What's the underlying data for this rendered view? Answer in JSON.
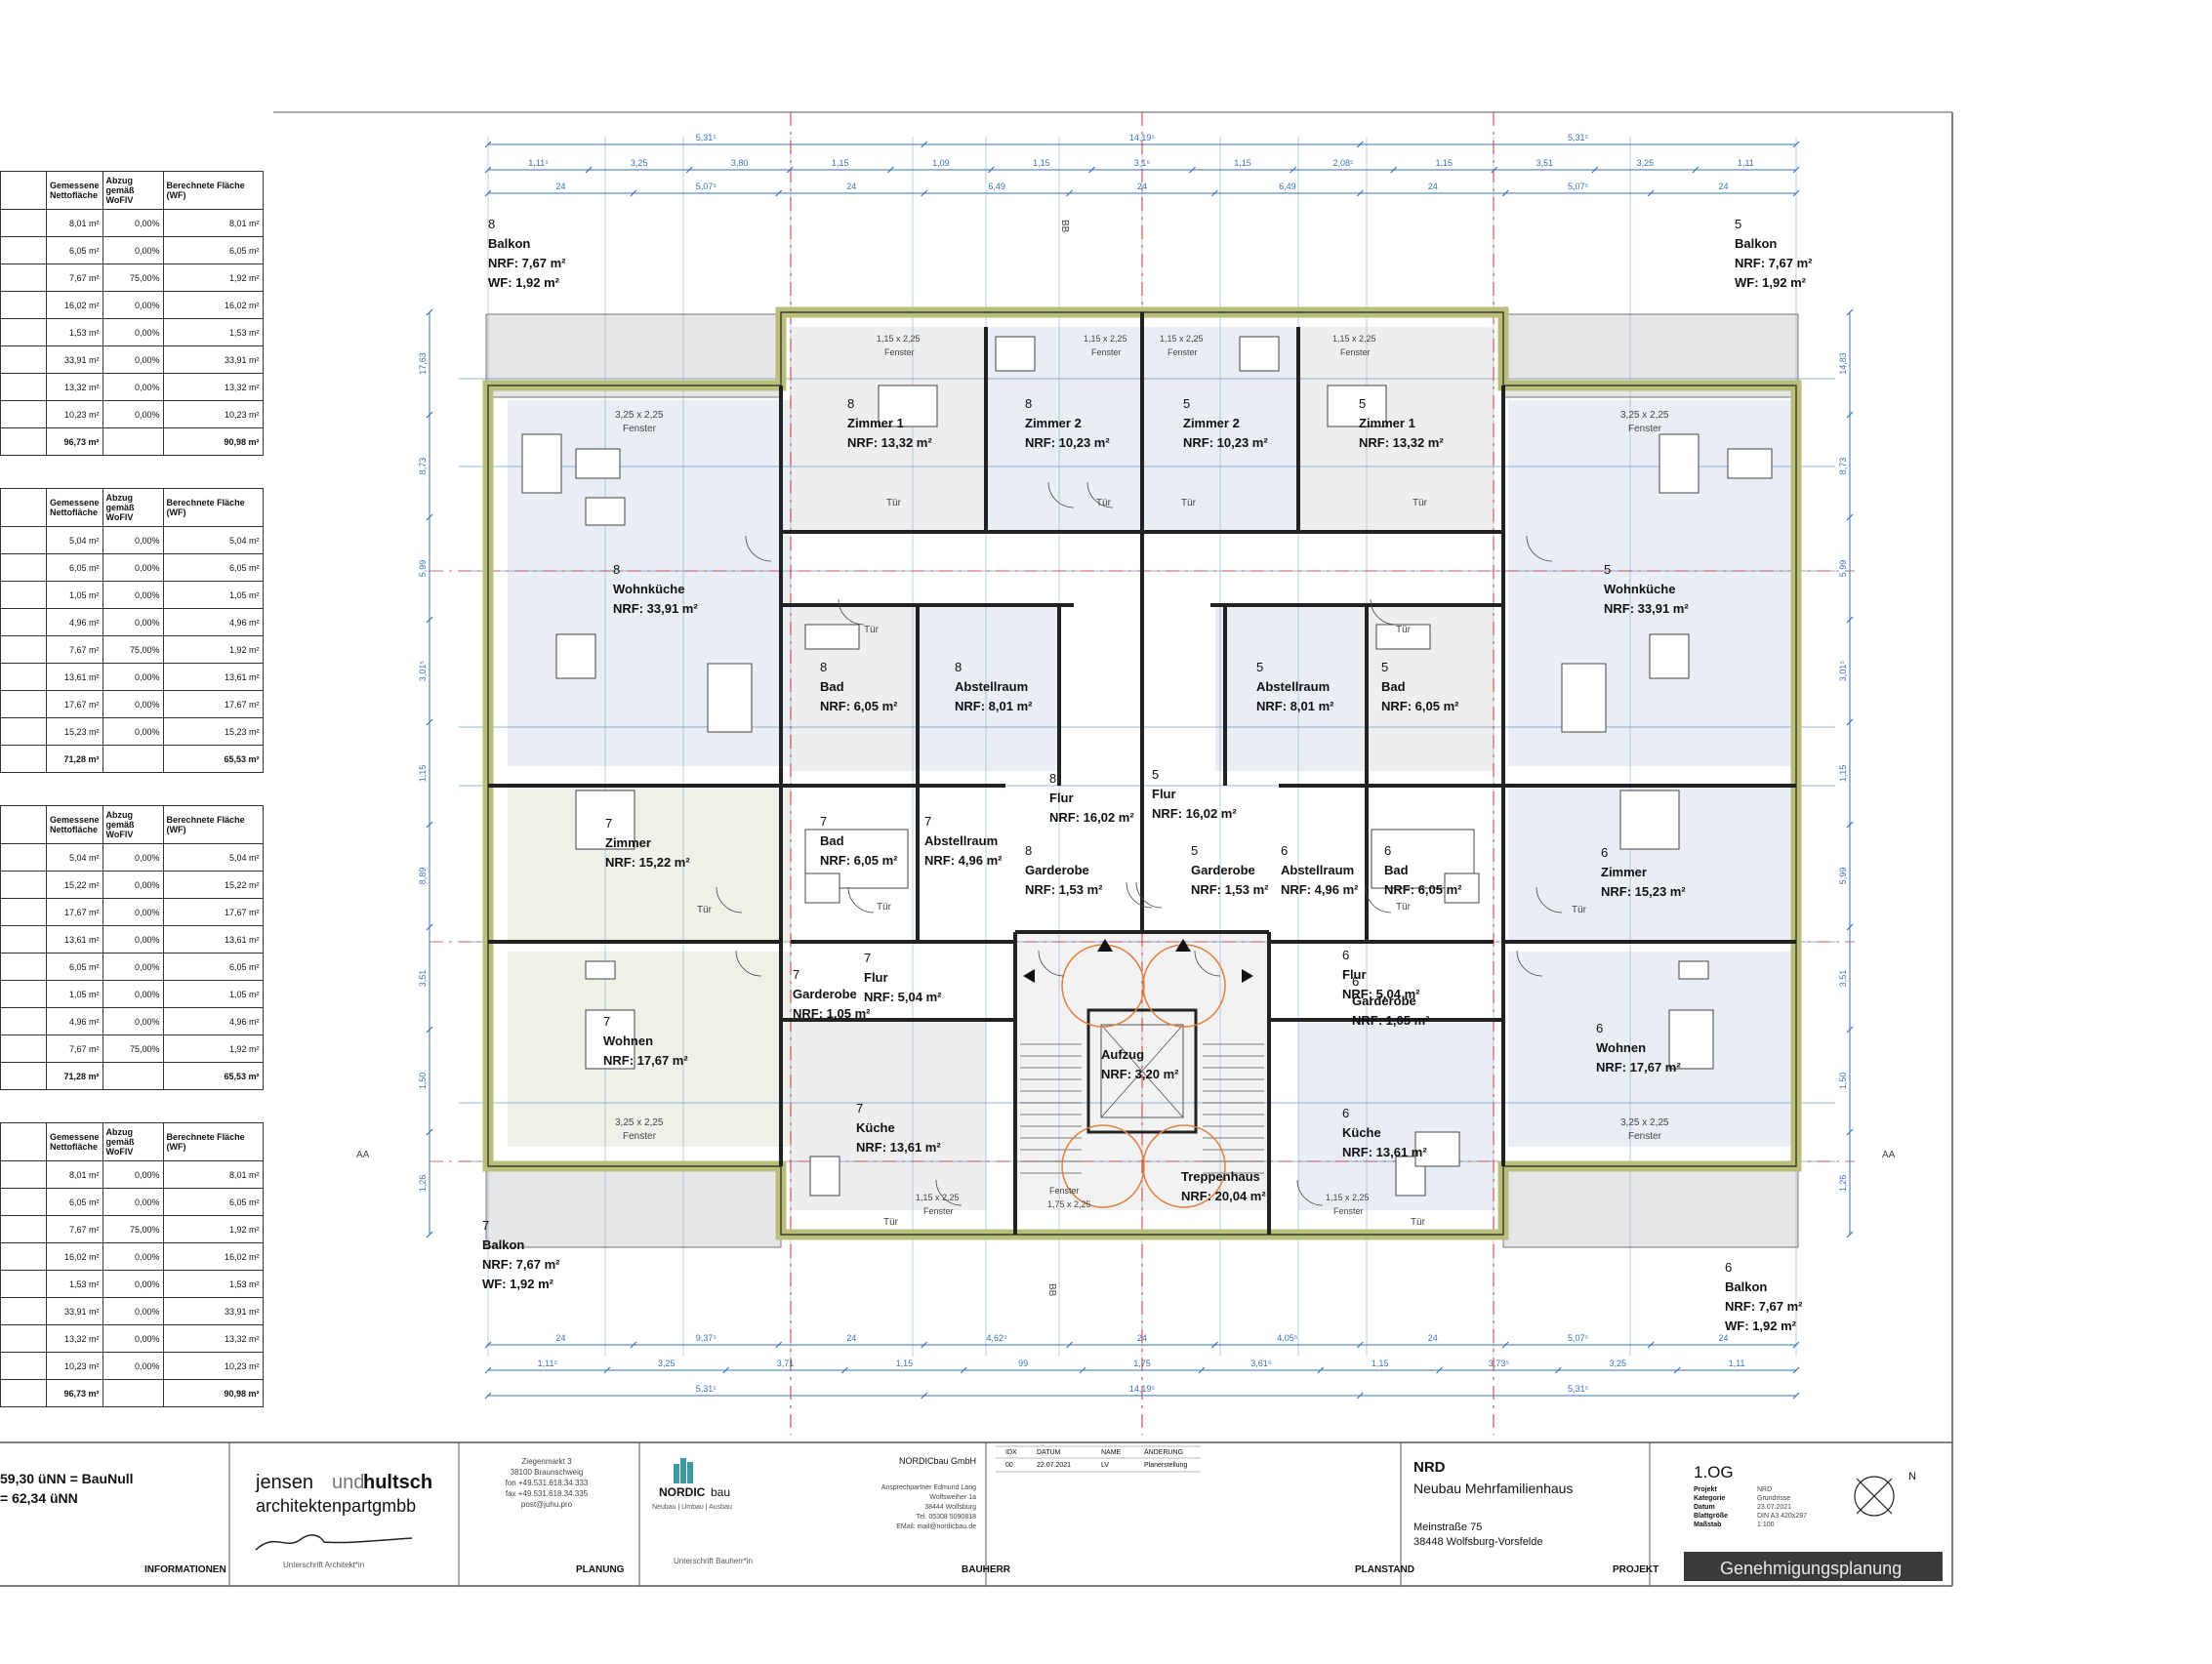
{
  "area_tables": [
    {
      "headers": [
        "Gemessene Nettofläche",
        "Abzug gemäß WoFlV",
        "Berechnete Fläche (WF)"
      ],
      "rows": [
        [
          "8,01 m²",
          "0,00%",
          "8,01 m²"
        ],
        [
          "6,05 m²",
          "0,00%",
          "6,05 m²"
        ],
        [
          "7,67 m²",
          "75,00%",
          "1,92 m²"
        ],
        [
          "16,02 m²",
          "0,00%",
          "16,02 m²"
        ],
        [
          "1,53 m²",
          "0,00%",
          "1,53 m²"
        ],
        [
          "33,91 m²",
          "0,00%",
          "33,91 m²"
        ],
        [
          "13,32 m²",
          "0,00%",
          "13,32 m²"
        ],
        [
          "10,23 m²",
          "0,00%",
          "10,23 m²"
        ]
      ],
      "total": [
        "96,73 m²",
        "",
        "90,98 m²"
      ]
    },
    {
      "headers": [
        "Gemessene Nettofläche",
        "Abzug gemäß WoFlV",
        "Berechnete Fläche (WF)"
      ],
      "rows": [
        [
          "5,04 m²",
          "0,00%",
          "5,04 m²"
        ],
        [
          "6,05 m²",
          "0,00%",
          "6,05 m²"
        ],
        [
          "1,05 m²",
          "0,00%",
          "1,05 m²"
        ],
        [
          "4,96 m²",
          "0,00%",
          "4,96 m²"
        ],
        [
          "7,67 m²",
          "75,00%",
          "1,92 m²"
        ],
        [
          "13,61 m²",
          "0,00%",
          "13,61 m²"
        ],
        [
          "17,67 m²",
          "0,00%",
          "17,67 m²"
        ],
        [
          "15,23 m²",
          "0,00%",
          "15,23 m²"
        ]
      ],
      "total": [
        "71,28 m²",
        "",
        "65,53 m²"
      ]
    },
    {
      "headers": [
        "Gemessene Nettofläche",
        "Abzug gemäß WoFlV",
        "Berechnete Fläche (WF)"
      ],
      "rows": [
        [
          "5,04 m²",
          "0,00%",
          "5,04 m²"
        ],
        [
          "15,22 m²",
          "0,00%",
          "15,22 m²"
        ],
        [
          "17,67 m²",
          "0,00%",
          "17,67 m²"
        ],
        [
          "13,61 m²",
          "0,00%",
          "13,61 m²"
        ],
        [
          "6,05 m²",
          "0,00%",
          "6,05 m²"
        ],
        [
          "1,05 m²",
          "0,00%",
          "1,05 m²"
        ],
        [
          "4,96 m²",
          "0,00%",
          "4,96 m²"
        ],
        [
          "7,67 m²",
          "75,00%",
          "1,92 m²"
        ]
      ],
      "total": [
        "71,28 m²",
        "",
        "65,53 m²"
      ]
    },
    {
      "headers": [
        "Gemessene Nettofläche",
        "Abzug gemäß WoFlV",
        "Berechnete Fläche (WF)"
      ],
      "rows": [
        [
          "8,01 m²",
          "0,00%",
          "8,01 m²"
        ],
        [
          "6,05 m²",
          "0,00%",
          "6,05 m²"
        ],
        [
          "7,67 m²",
          "75,00%",
          "1,92 m²"
        ],
        [
          "16,02 m²",
          "0,00%",
          "16,02 m²"
        ],
        [
          "1,53 m²",
          "0,00%",
          "1,53 m²"
        ],
        [
          "33,91 m²",
          "0,00%",
          "33,91 m²"
        ],
        [
          "13,32 m²",
          "0,00%",
          "13,32 m²"
        ],
        [
          "10,23 m²",
          "0,00%",
          "10,23 m²"
        ]
      ],
      "total": [
        "96,73 m²",
        "",
        "90,98 m²"
      ]
    }
  ],
  "rooms": [
    {
      "lines": [
        "8",
        "Balkon",
        "NRF: 7,67 m²",
        "WF:  1,92 m²"
      ]
    },
    {
      "lines": [
        "5",
        "Balkon",
        "NRF: 7,67 m²",
        "WF:  1,92 m²"
      ]
    },
    {
      "lines": [
        "7",
        "Balkon",
        "NRF: 7,67 m²",
        "WF:  1,92 m²"
      ]
    },
    {
      "lines": [
        "6",
        "Balkon",
        "NRF: 7,67 m²",
        "WF:  1,92 m²"
      ]
    },
    {
      "lines": [
        "8",
        "Zimmer 1",
        "NRF: 13,32 m²"
      ]
    },
    {
      "lines": [
        "8",
        "Zimmer 2",
        "NRF: 10,23 m²"
      ]
    },
    {
      "lines": [
        "5",
        "Zimmer 2",
        "NRF: 10,23 m²"
      ]
    },
    {
      "lines": [
        "5",
        "Zimmer 1",
        "NRF: 13,32 m²"
      ]
    },
    {
      "lines": [
        "8",
        "Wohnküche",
        "NRF: 33,91 m²"
      ]
    },
    {
      "lines": [
        "5",
        "Wohnküche",
        "NRF: 33,91 m²"
      ]
    },
    {
      "lines": [
        "8",
        "Bad",
        "NRF: 6,05 m²"
      ]
    },
    {
      "lines": [
        "8",
        "Abstellraum",
        "NRF: 8,01 m²"
      ]
    },
    {
      "lines": [
        "5",
        "Abstellraum",
        "NRF: 8,01 m²"
      ]
    },
    {
      "lines": [
        "5",
        "Bad",
        "NRF: 6,05 m²"
      ]
    },
    {
      "lines": [
        "8",
        "Flur",
        "NRF: 16,02 m²"
      ]
    },
    {
      "lines": [
        "5",
        "Flur",
        "NRF: 16,02 m²"
      ]
    },
    {
      "lines": [
        "7",
        "Zimmer",
        "NRF: 15,22 m²"
      ]
    },
    {
      "lines": [
        "6",
        "Zimmer",
        "NRF: 15,23 m²"
      ]
    },
    {
      "lines": [
        "7",
        "Bad",
        "NRF: 6,05 m²"
      ]
    },
    {
      "lines": [
        "7",
        "Abstellraum",
        "NRF: 4,96 m²"
      ]
    },
    {
      "lines": [
        "8",
        "Garderobe",
        "NRF: 1,53 m²"
      ]
    },
    {
      "lines": [
        "5",
        "Garderobe",
        "NRF: 1,53 m²"
      ]
    },
    {
      "lines": [
        "6",
        "Abstellraum",
        "NRF: 4,96 m²"
      ]
    },
    {
      "lines": [
        "6",
        "Bad",
        "NRF: 6,05 m²"
      ]
    },
    {
      "lines": [
        "7",
        "Flur",
        "NRF: 5,04 m²"
      ]
    },
    {
      "lines": [
        "7",
        "Garderobe",
        "NRF: 1,05 m²"
      ]
    },
    {
      "lines": [
        "6",
        "Flur",
        "NRF: 5,04 m²"
      ]
    },
    {
      "lines": [
        "6",
        "Garderobe",
        "NRF: 1,05 m²"
      ]
    },
    {
      "lines": [
        "7",
        "Wohnen",
        "NRF: 17,67 m²"
      ]
    },
    {
      "lines": [
        "6",
        "Wohnen",
        "NRF: 17,67 m²"
      ]
    },
    {
      "lines": [
        "Aufzug",
        "NRF: 3,20 m²"
      ]
    },
    {
      "lines": [
        "7",
        "Küche",
        "NRF: 13,61 m²"
      ]
    },
    {
      "lines": [
        "6",
        "Küche",
        "NRF: 13,61 m²"
      ]
    },
    {
      "lines": [
        "Treppenhaus",
        "NRF: 20,04 m²"
      ]
    }
  ],
  "plan_labels": {
    "fenster": "Fenster",
    "tuer": "Tür",
    "window_size_large": "3,25 x 2,25",
    "window_size_small": "1,15 x 2,25",
    "window_size_stair": "1,75 x 2,25",
    "section_left": "AA",
    "section_right": "AA",
    "section_top": "BB",
    "section_bottom": "BB"
  },
  "dimensions": {
    "top_overall": [
      "5,31⁵",
      "14,19⁵",
      "5,31⁵"
    ],
    "top_row2": [
      "1,11⁵",
      "3,25",
      "3,80",
      "1,15",
      "1,09",
      "1,15",
      "3,1⁵",
      "1,15",
      "2,08⁵",
      "1,15",
      "3,51",
      "3,25",
      "1,11"
    ],
    "top_row3": [
      "24",
      "5,07⁵",
      "24",
      "6,49",
      "24",
      "6,49",
      "24",
      "5,07⁵",
      "24"
    ],
    "bottom_row1": [
      "24",
      "9,37⁵",
      "24",
      "4,62⁵",
      "24",
      "4,05⁵",
      "24",
      "5,07⁵",
      "24"
    ],
    "bottom_row2": [
      "1,11⁵",
      "3,25",
      "3,71",
      "1,15",
      "99",
      "1,75",
      "3,61⁵",
      "1,15",
      "3,73⁵",
      "3,25",
      "1,11"
    ],
    "bottom_overall": [
      "5,31⁵",
      "14,19⁵",
      "5,31⁵"
    ],
    "left_side": [
      "17,63",
      "8,73",
      "5,99",
      "3,01⁵",
      "1,15",
      "8,89",
      "3,51",
      "1,50",
      "1,26"
    ],
    "right_side": [
      "14,83",
      "8,73",
      "5,99",
      "3,01⁵",
      "1,15",
      "5,99",
      "3,51",
      "1,50",
      "1,26"
    ]
  },
  "footer": {
    "info_line1": "59,30 üNN = BauNull",
    "info_line2": "= 62,34 üNN",
    "informationen": "INFORMATIONEN",
    "architect_name_a": "jensen",
    "architect_name_b": "und",
    "architect_name_c": "hultsch",
    "architect_sub": "architektenpartgmbb",
    "architect_sig_caption": "Unterschrift Architekt*in",
    "architect_addr": [
      "Ziegenmarkt 3",
      "38100 Braunschweig",
      "fon +49.531.618.34.333",
      "fax +49.531.618.34.335",
      "post@juhu.pro"
    ],
    "planung": "PLANUNG",
    "nordic_logo_a": "NORDIC",
    "nordic_logo_b": "bau",
    "nordic_sub": "Neubau | Umbau | Ausbau",
    "bauherr_sig_caption": "Unterschrift Bauherr*in",
    "bauherr_name": "NORDICbau GmbH",
    "bauherr_addr": [
      "Ansprechpartner Edmund Lang",
      "Wolfsweiher 1a",
      "38444 Wolfsburg",
      "Tel. 05308 5090818",
      "EMail: mail@nordicbau.de"
    ],
    "bauherr": "BAUHERR",
    "rev_headers": [
      "IDX",
      "DATUM",
      "NAME",
      "ÄNDERUNG"
    ],
    "rev_row": [
      "00",
      "22.07.2021",
      "LV",
      "Planerstellung"
    ],
    "planstand": "PLANSTAND",
    "project_code": "NRD",
    "project_name": "Neubau Mehrfamilienhaus",
    "project_street": "Meinstraße 75",
    "project_city": "38448 Wolfsburg-Vorsfelde",
    "projekt": "PROJEKT",
    "sheet_title": "1.OG",
    "meta_keys": [
      "Projekt",
      "Kategorie",
      "Datum",
      "Blattgröße",
      "Maßstab"
    ],
    "meta_values": [
      "NRD",
      "Grundrisse",
      "23.07.2021",
      "DIN A3 420x297",
      "1:100"
    ],
    "north": "N",
    "status": "Genehmigungsplanung"
  }
}
